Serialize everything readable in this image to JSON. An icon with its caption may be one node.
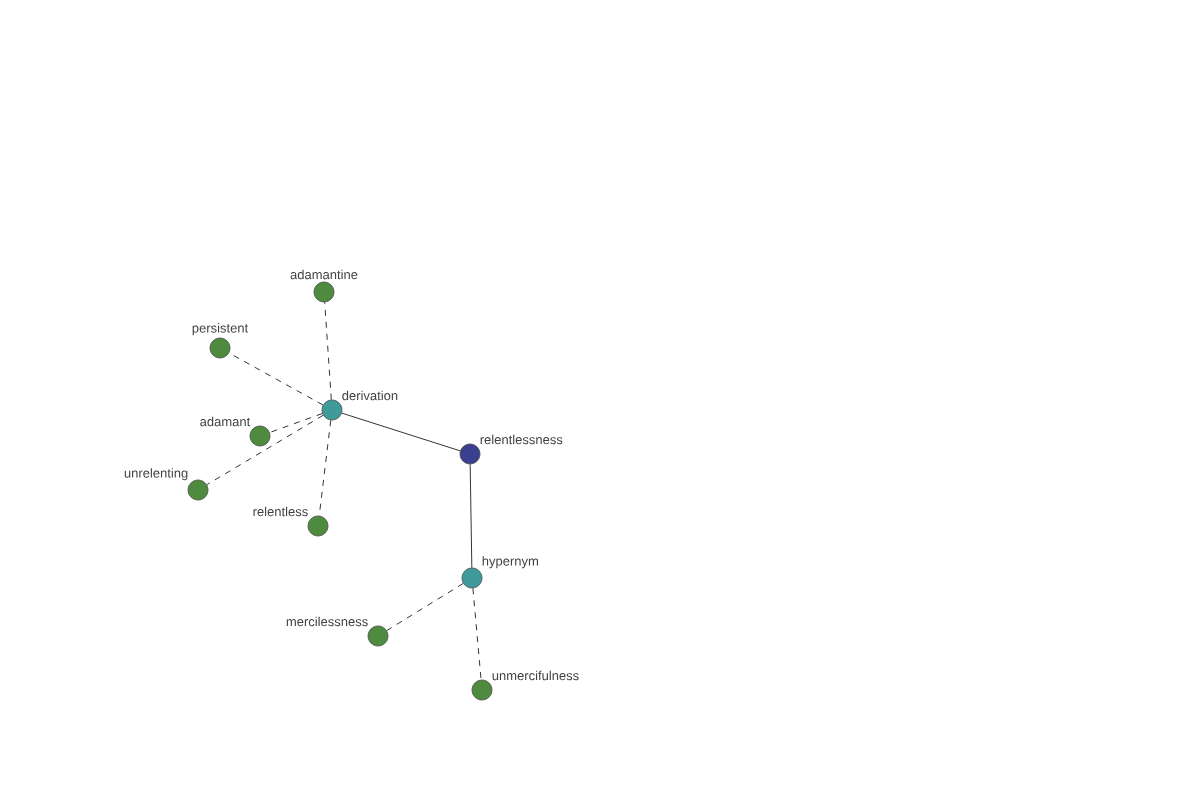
{
  "diagram": {
    "nodes": [
      {
        "text": [
          "relentlessness"
        ]
      },
      {
        "text": [
          "derivation"
        ]
      },
      {
        "text": [
          "hypernym"
        ]
      },
      {
        "text": [
          "adamantine"
        ]
      },
      {
        "text": [
          "persistent"
        ]
      },
      {
        "text": [
          "adamant"
        ]
      },
      {
        "text": [
          "unrelenting"
        ]
      },
      {
        "text": [
          "relentless"
        ]
      },
      {
        "text": [
          "mercilessness"
        ]
      },
      {
        "text": [
          "unmercifulness"
        ]
      }
    ],
    "edges": [
      {
        "from": 0,
        "to": 1,
        "arrow": "none"
      },
      {
        "from": 0,
        "to": 2,
        "arrow": "none"
      },
      {
        "from": 1,
        "to": 3,
        "arrow": "none",
        "style": "dashed"
      },
      {
        "from": 1,
        "to": 4,
        "arrow": "none",
        "style": "dashed"
      },
      {
        "from": 1,
        "to": 5,
        "arrow": "none",
        "style": "dashed"
      },
      {
        "from": 1,
        "to": 6,
        "arrow": "none",
        "style": "dashed"
      },
      {
        "from": 1,
        "to": 7,
        "arrow": "none",
        "style": "dashed"
      },
      {
        "from": 2,
        "to": 8,
        "arrow": "none",
        "style": "dashed"
      },
      {
        "from": 2,
        "to": 9,
        "arrow": "none",
        "style": "dashed"
      }
    ]
  }
}
